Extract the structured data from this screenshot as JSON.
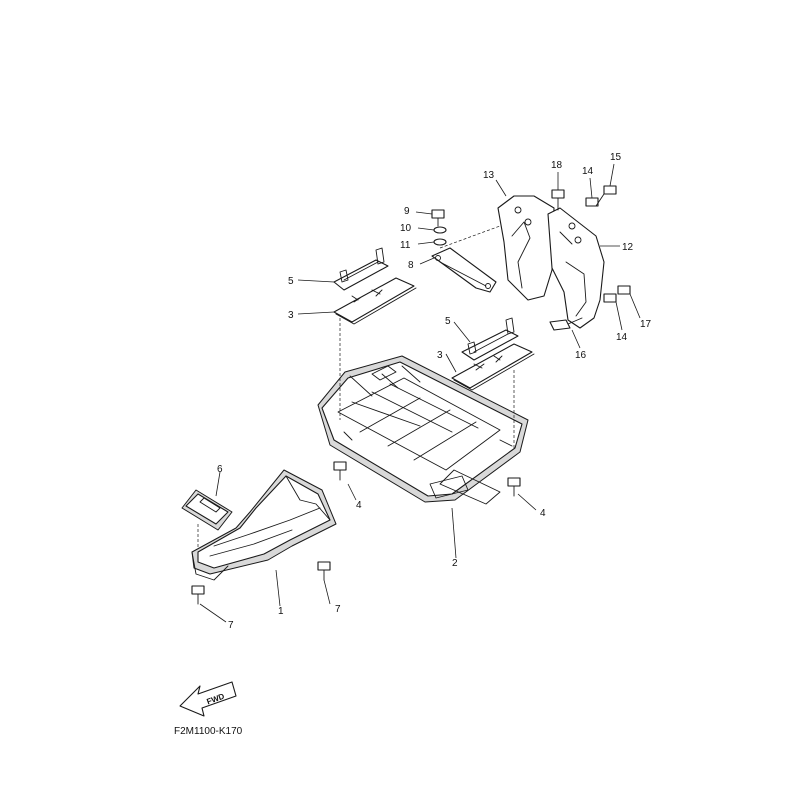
{
  "diagram": {
    "reference_code": "F2M1100-K170",
    "fwd_label": "FWD",
    "callouts": {
      "c1": "1",
      "c2": "2",
      "c3a": "3",
      "c3b": "3",
      "c4a": "4",
      "c4b": "4",
      "c5a": "5",
      "c5b": "5",
      "c6": "6",
      "c7a": "7",
      "c7b": "7",
      "c8": "8",
      "c9": "9",
      "c10": "10",
      "c11": "11",
      "c12": "12",
      "c13": "13",
      "c14a": "14",
      "c14b": "14",
      "c15": "15",
      "c16": "16",
      "c17": "17",
      "c18": "18"
    }
  }
}
